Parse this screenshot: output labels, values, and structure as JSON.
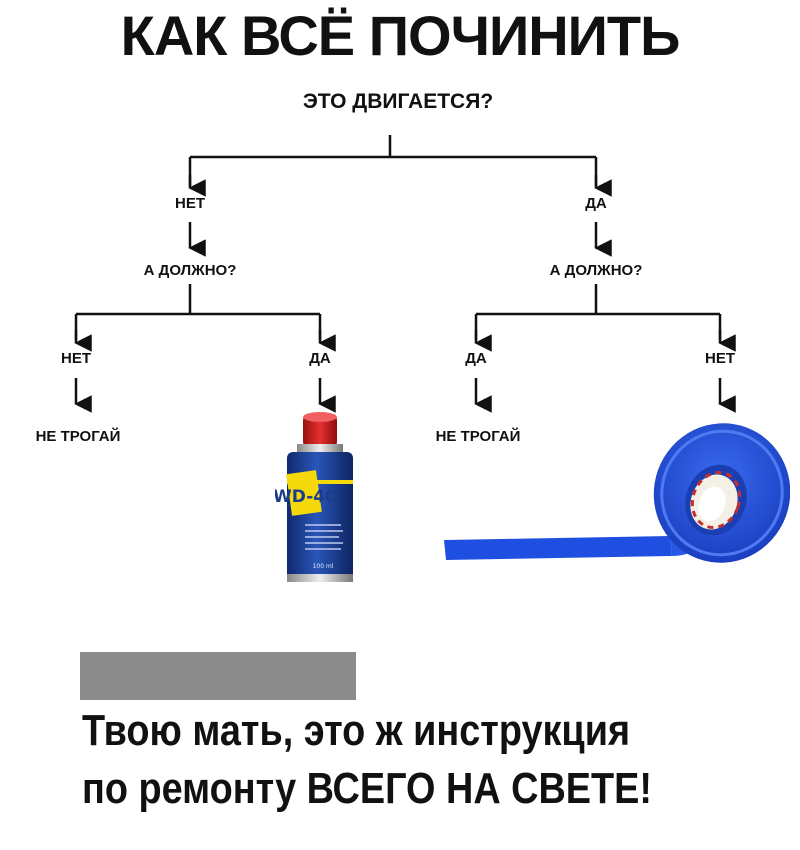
{
  "title": "КАК ВСЁ ПОЧИНИТЬ",
  "root_question": "ЭТО ДВИГАЕТСЯ?",
  "branches": {
    "left": {
      "answer": "НЕТ",
      "question": "А ДОЛЖНО?",
      "no": {
        "answer": "НЕТ",
        "result": "НЕ ТРОГАЙ"
      },
      "yes": {
        "answer": "ДА",
        "result_image": "wd40-can"
      }
    },
    "right": {
      "answer": "ДА",
      "question": "А ДОЛЖНО?",
      "yes": {
        "answer": "ДА",
        "result": "НЕ ТРОГАЙ"
      },
      "no": {
        "answer": "НЕТ",
        "result_image": "blue-duct-tape"
      }
    }
  },
  "wd40": {
    "brand": "WD-40",
    "volume": "100 ml"
  },
  "caption": {
    "line1": "Твою мать, это ж инструкция",
    "line2": "по ремонту ВСЕГО НА СВЕТЕ!"
  },
  "colors": {
    "tape": "#1f4fe0",
    "wd40_blue": "#1c3c8c",
    "wd40_red": "#d42020",
    "wd40_yellow": "#f5d90a",
    "bar": "#8c8c8c"
  }
}
